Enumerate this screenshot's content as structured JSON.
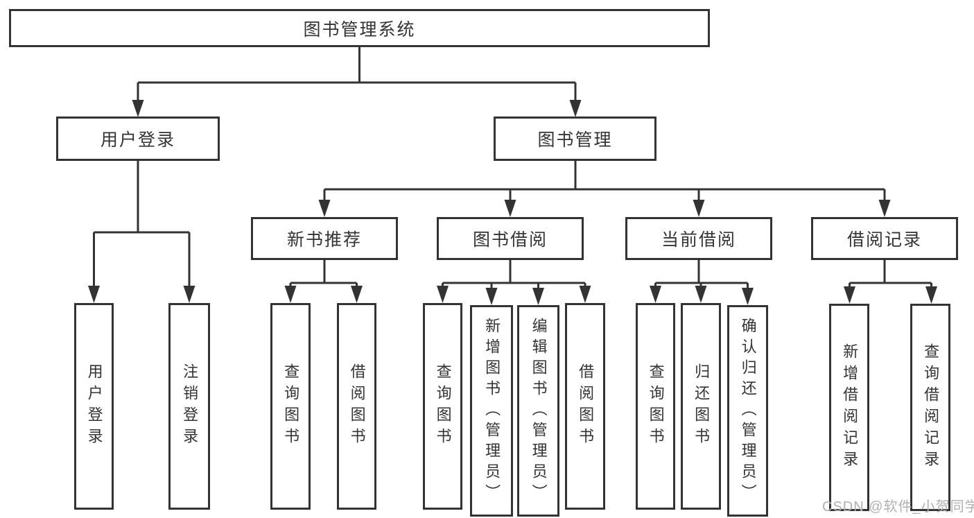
{
  "colors": {
    "line": "#333333",
    "box_border": "#333333",
    "text": "#333333",
    "watermark": "#b0b0b0",
    "background": "#ffffff"
  },
  "watermark": "CSDN @软件_小贺同学",
  "tree": {
    "root": "图书管理系统",
    "branches": [
      {
        "label": "用户登录",
        "children": [
          "用户登录",
          "注销登录"
        ]
      },
      {
        "label": "图书管理",
        "modules": [
          {
            "label": "新书推荐",
            "children": [
              "查询图书",
              "借阅图书"
            ]
          },
          {
            "label": "图书借阅",
            "children": [
              "查询图书",
              "新增图书（管理员）",
              "编辑图书（管理员）",
              "借阅图书"
            ]
          },
          {
            "label": "当前借阅",
            "children": [
              "查询图书",
              "归还图书",
              "确认归还（管理员）"
            ]
          },
          {
            "label": "借阅记录",
            "children": [
              "新增借阅记录",
              "查询借阅记录"
            ]
          }
        ]
      }
    ]
  }
}
